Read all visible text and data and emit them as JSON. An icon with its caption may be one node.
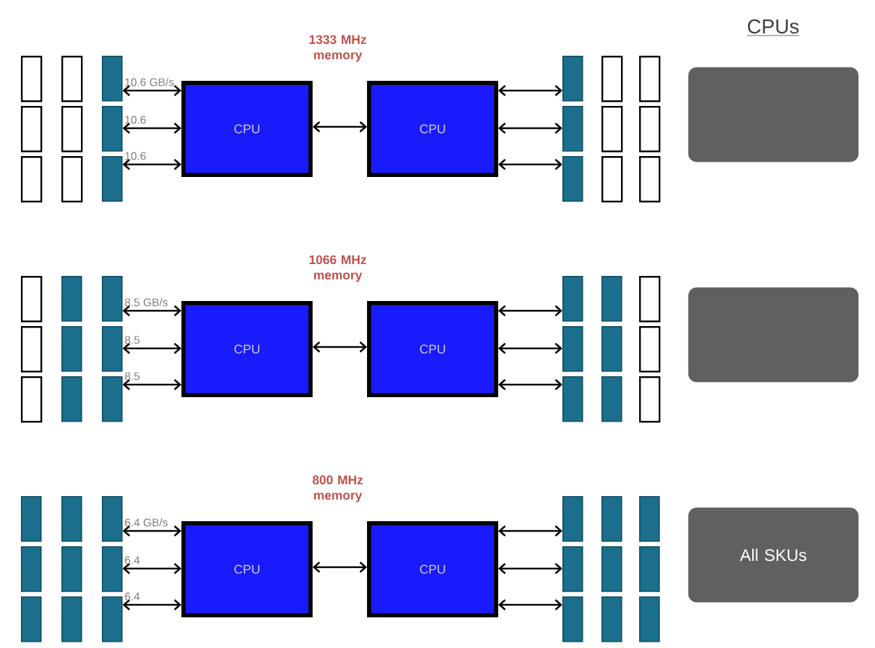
{
  "diagram": {
    "nodes": [
      {
        "text": [],
        "shape": "box"
      },
      {
        "text": [],
        "shape": "box"
      },
      {
        "text": [],
        "shape": "bar"
      },
      {
        "text": [],
        "shape": "box"
      },
      {
        "text": [],
        "shape": "box"
      },
      {
        "text": [],
        "shape": "bar"
      },
      {
        "text": [],
        "shape": "box"
      },
      {
        "text": [],
        "shape": "box"
      },
      {
        "text": [],
        "shape": "bar"
      },
      {
        "text": [
          "CPU"
        ]
      },
      {
        "text": [
          "CPU"
        ]
      },
      {
        "text": [],
        "shape": "bar"
      },
      {
        "text": [],
        "shape": "box"
      },
      {
        "text": [],
        "shape": "box"
      },
      {
        "text": [],
        "shape": "bar"
      },
      {
        "text": [],
        "shape": "box"
      },
      {
        "text": [],
        "shape": "box"
      },
      {
        "text": [],
        "shape": "bar"
      },
      {
        "text": [],
        "shape": "box"
      },
      {
        "text": [],
        "shape": "box"
      },
      {
        "text": [],
        "shape": "box"
      },
      {
        "text": [],
        "shape": "box"
      },
      {
        "text": [],
        "shape": "bar"
      },
      {
        "text": [],
        "shape": "bar"
      },
      {
        "text": [],
        "shape": "box"
      },
      {
        "text": [],
        "shape": "bar"
      },
      {
        "text": [],
        "shape": "bar"
      },
      {
        "text": [],
        "shape": "box"
      },
      {
        "text": [],
        "shape": "bar"
      },
      {
        "text": [],
        "shape": "bar"
      },
      {
        "text": [
          "CPU"
        ]
      },
      {
        "text": [
          "CPU"
        ]
      },
      {
        "text": [],
        "shape": "bar"
      },
      {
        "text": [],
        "shape": "bar"
      },
      {
        "text": [],
        "shape": "box"
      },
      {
        "text": [],
        "shape": "bar"
      },
      {
        "text": [],
        "shape": "bar"
      },
      {
        "text": [],
        "shape": "box"
      },
      {
        "text": [],
        "shape": "bar"
      },
      {
        "text": [],
        "shape": "bar"
      },
      {
        "text": [],
        "shape": "box"
      },
      {
        "text": [],
        "shape": "box"
      },
      {
        "text": [],
        "shape": "bar"
      },
      {
        "text": [],
        "shape": "bar"
      },
      {
        "text": [],
        "shape": "bar"
      },
      {
        "text": [],
        "shape": "bar"
      },
      {
        "text": [],
        "shape": "bar"
      },
      {
        "text": [],
        "shape": "bar"
      },
      {
        "text": [],
        "shape": "bar"
      },
      {
        "text": [],
        "shape": "bar"
      },
      {
        "text": [],
        "shape": "bar"
      },
      {
        "text": [
          "CPU"
        ]
      },
      {
        "text": [
          "CPU"
        ]
      },
      {
        "text": [],
        "shape": "bar"
      },
      {
        "text": [],
        "shape": "bar"
      },
      {
        "text": [],
        "shape": "bar"
      },
      {
        "text": [],
        "shape": "bar"
      },
      {
        "text": [],
        "shape": "bar"
      },
      {
        "text": [],
        "shape": "bar"
      },
      {
        "text": [],
        "shape": "bar"
      },
      {
        "text": [],
        "shape": "bar"
      },
      {
        "text": [],
        "shape": "bar"
      },
      {
        "text": [
          "All SKUs"
        ]
      }
    ],
    "edges": [
      {
        "from": 2,
        "to": 9,
        "arrow": "both",
        "label": "10.6 GB/s"
      },
      {
        "from": 5,
        "to": 9,
        "arrow": "both",
        "label": "10.6"
      },
      {
        "from": 8,
        "to": 9,
        "arrow": "both",
        "label": "10.6"
      },
      {
        "from": 9,
        "to": 10,
        "arrow": "both"
      },
      {
        "from": 10,
        "to": 11,
        "arrow": "both"
      },
      {
        "from": 10,
        "to": 14,
        "arrow": "both"
      },
      {
        "from": 10,
        "to": 17,
        "arrow": "both"
      },
      {
        "from": 23,
        "to": 30,
        "arrow": "both",
        "label": "8.5 GB/s"
      },
      {
        "from": 26,
        "to": 30,
        "arrow": "both",
        "label": "8.5"
      },
      {
        "from": 29,
        "to": 30,
        "arrow": "both",
        "label": "8.5"
      },
      {
        "from": 30,
        "to": 31,
        "arrow": "both"
      },
      {
        "from": 31,
        "to": 32,
        "arrow": "both"
      },
      {
        "from": 31,
        "to": 35,
        "arrow": "both"
      },
      {
        "from": 31,
        "to": 38,
        "arrow": "both"
      },
      {
        "from": 44,
        "to": 51,
        "arrow": "both",
        "label": "6.4 GB/s"
      },
      {
        "from": 47,
        "to": 51,
        "arrow": "both",
        "label": "6.4"
      },
      {
        "from": 50,
        "to": 51,
        "arrow": "both",
        "label": "6.4"
      },
      {
        "from": 51,
        "to": 52,
        "arrow": "both"
      },
      {
        "from": 52,
        "to": 53,
        "arrow": "both"
      },
      {
        "from": 52,
        "to": 56,
        "arrow": "both"
      },
      {
        "from": 52,
        "to": 59,
        "arrow": "both"
      }
    ],
    "labels": [
      "CPUs",
      "1333 MHz memory",
      "1066 MHz memory",
      "800 MHz memory"
    ]
  }
}
